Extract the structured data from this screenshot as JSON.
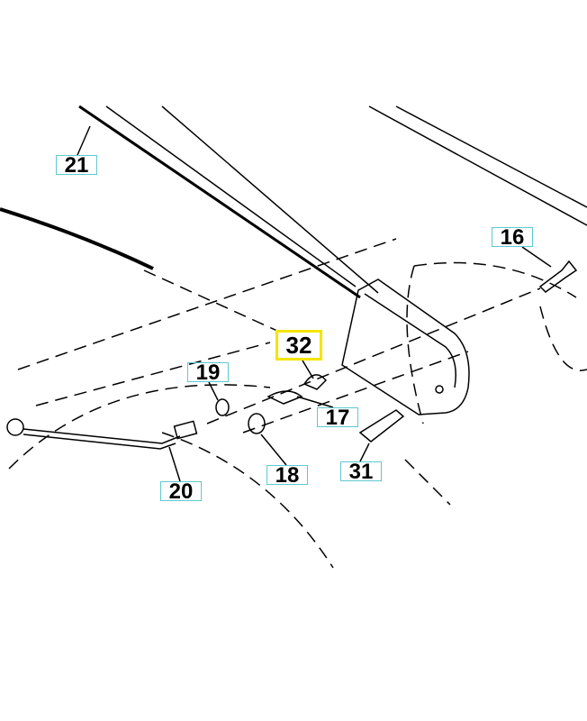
{
  "diagram": {
    "labels": [
      "21",
      "16",
      "32",
      "19",
      "17",
      "20",
      "18",
      "31"
    ],
    "highlighted": "32",
    "colors": {
      "highlight": "#f5e400",
      "label_border": "#5fc8d0"
    }
  }
}
